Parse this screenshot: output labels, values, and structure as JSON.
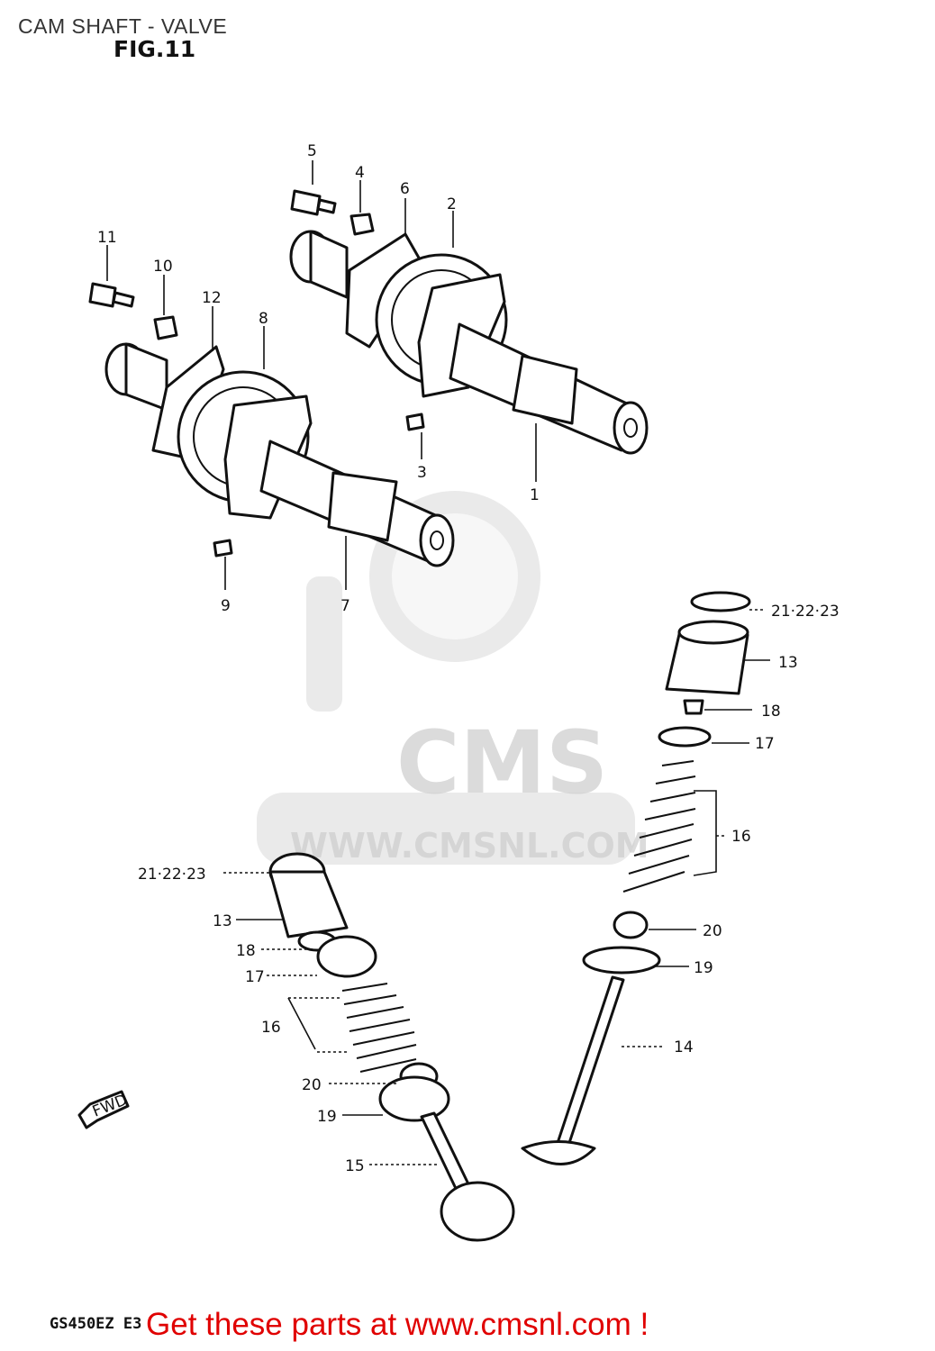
{
  "header": {
    "title": "CAM SHAFT - VALVE",
    "figure": "FIG.11"
  },
  "watermark": {
    "brand": "CMS",
    "url": "WWW.CMSNL.COM"
  },
  "footer": {
    "model": "GS450EZ E3",
    "promo": "Get these parts at www.cmsnl.com !"
  },
  "direction_tag": "FWD",
  "callouts": {
    "p1": "1",
    "p2": "2",
    "p3": "3",
    "p4": "4",
    "p5": "5",
    "p6": "6",
    "p7": "7",
    "p8": "8",
    "p9": "9",
    "p10": "10",
    "p11": "11",
    "p12": "12",
    "r_top": "21·22·23",
    "r13": "13",
    "r18": "18",
    "r17": "17",
    "r16": "16",
    "r20": "20",
    "r19": "19",
    "r14": "14",
    "l_top": "21·22·23",
    "l13": "13",
    "l18": "18",
    "l17": "17",
    "l16": "16",
    "l20": "20",
    "l19": "19",
    "l15": "15"
  },
  "colors": {
    "promo": "#e00000",
    "ink": "#111111",
    "watermark": "#d9d9d9"
  }
}
